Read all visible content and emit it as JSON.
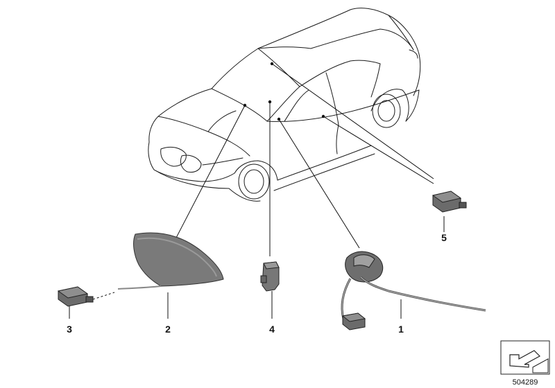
{
  "diagram": {
    "callouts": [
      {
        "id": "part-1",
        "label": "1"
      },
      {
        "id": "part-2",
        "label": "2"
      },
      {
        "id": "part-3",
        "label": "3"
      },
      {
        "id": "part-4",
        "label": "4"
      },
      {
        "id": "part-5",
        "label": "5"
      }
    ],
    "document_number": "504289",
    "icon": "folded-corner-arrow-icon"
  }
}
